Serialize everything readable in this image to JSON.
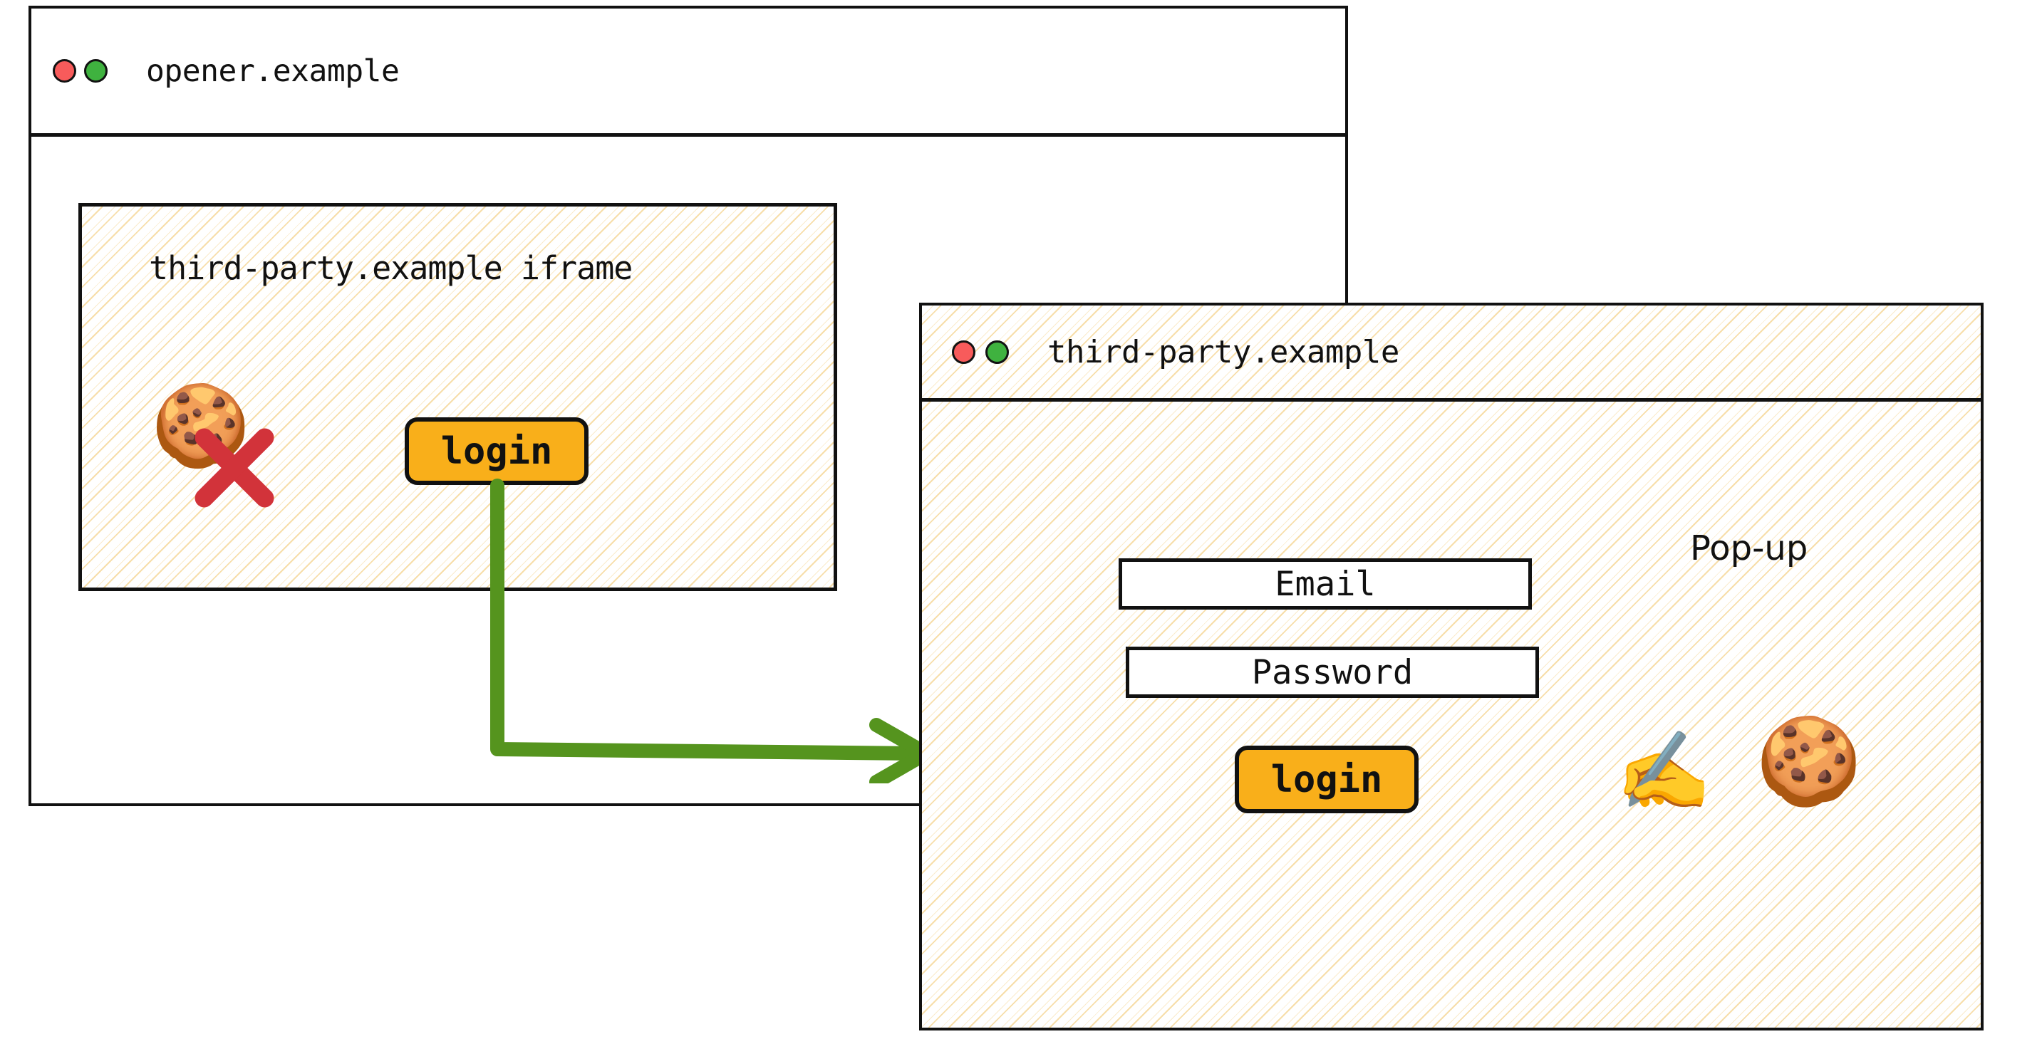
{
  "opener_window": {
    "name": "opener-window",
    "title": "opener.example",
    "traffic_lights": [
      {
        "name": "close-dot",
        "color": "#F85B5B"
      },
      {
        "name": "maximize-dot",
        "color": "#3FB23F"
      }
    ],
    "iframe": {
      "label": "third-party.example iframe",
      "cookie_icon": "🍪",
      "cookie_blocked_icon": "cross-mark",
      "blocked_color": "#D2333A",
      "login_button": "login"
    }
  },
  "popup_window": {
    "name": "popup-window",
    "title": "third-party.example",
    "traffic_lights": [
      {
        "name": "close-dot",
        "color": "#F85B5B"
      },
      {
        "name": "maximize-dot",
        "color": "#3FB23F"
      }
    ],
    "annotation": "Pop-up",
    "form": {
      "email_field": "Email",
      "password_field": "Password",
      "login_button": "login"
    },
    "writing_hand_icon": "✍️",
    "cookie_icon": "🍪"
  },
  "flow": {
    "arrow_name": "login-to-popup-arrow",
    "arrow_color": "#55941E"
  },
  "theme": {
    "button_fill": "#F9AF1A",
    "outline": "#111111",
    "hatch_line": "#F4D38D",
    "page_background": "#FFFFFF"
  }
}
